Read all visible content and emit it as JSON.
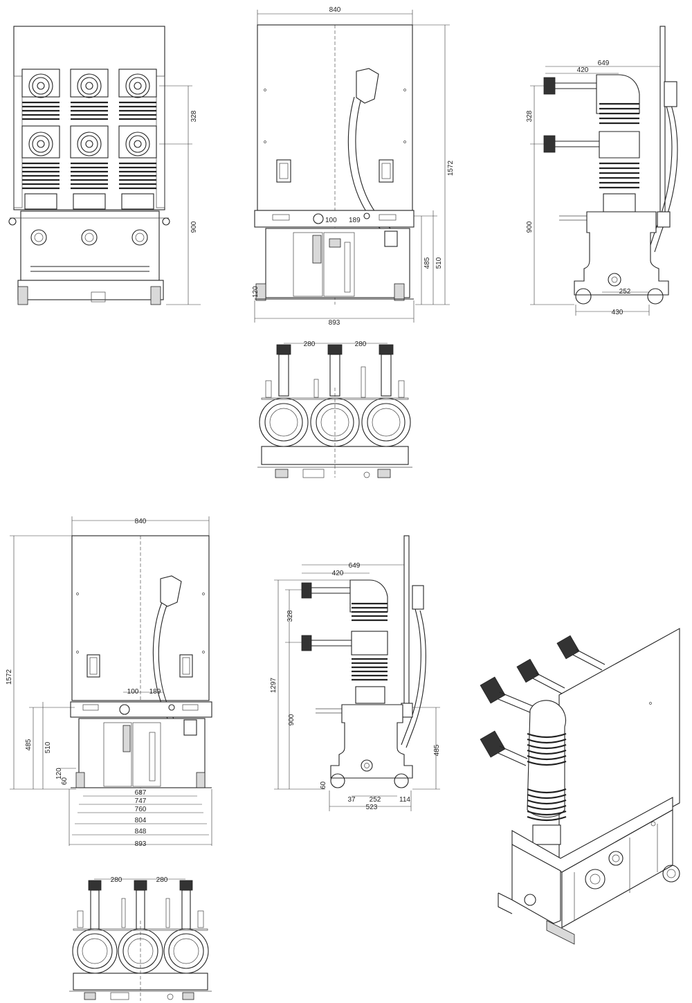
{
  "drawing": {
    "front_view": {
      "dim_pitch": "328",
      "dim_height": "900"
    },
    "side_view_top": {
      "dim_width": "840",
      "dim_height": "1572",
      "dim_right_a": "485",
      "dim_right_b": "510",
      "dim_base": "893",
      "dim_small_a": "100",
      "dim_small_b": "189",
      "dim_small_c": "120"
    },
    "profile_view_top": {
      "dim_a": "649",
      "dim_b": "420",
      "dim_pitch": "328",
      "dim_height": "900",
      "dim_wheel": "252",
      "dim_base": "430"
    },
    "top_view_a": {
      "dim_pitch_a": "280",
      "dim_pitch_b": "280"
    },
    "side_view_bottom": {
      "dim_width": "840",
      "dim_height": "1572",
      "dim_small_a": "100",
      "dim_small_b": "189",
      "dim_left_a": "485",
      "dim_left_b": "510",
      "dim_left_c": "120",
      "dim_left_d": "60",
      "dim_stack": [
        "687",
        "747",
        "760",
        "804",
        "848",
        "893"
      ]
    },
    "profile_view_bottom": {
      "dim_a": "649",
      "dim_b": "420",
      "dim_pitch": "328",
      "dim_total": "1297",
      "dim_height": "900",
      "dim_right": "485",
      "dim_wheel": "252",
      "dim_small_a": "37",
      "dim_small_b": "114",
      "dim_small_c": "60",
      "dim_base": "523"
    },
    "top_view_b": {
      "dim_pitch_a": "280",
      "dim_pitch_b": "280"
    }
  }
}
